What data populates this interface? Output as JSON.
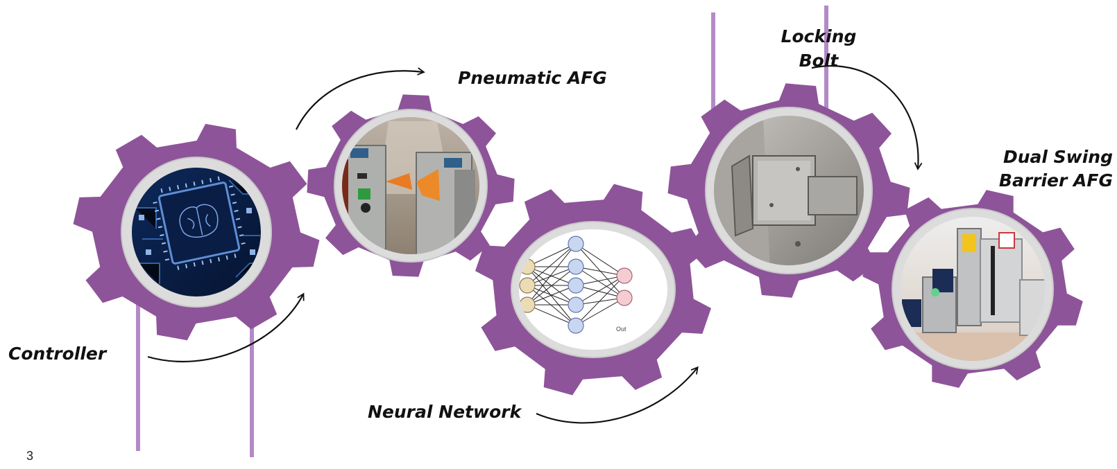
{
  "labels": {
    "controller": "Controller",
    "pneumatic": "Pneumatic AFG",
    "neural": "Neural Network",
    "locking_line1": "Locking",
    "locking_line2": "Bolt",
    "dual_line1": "Dual Swing",
    "dual_line2": "Barrier AFG"
  },
  "page_number": "3",
  "colors": {
    "gear": "#8e5499",
    "gear_ring": "#dcdcdc",
    "vertical_line": "#b48ac6",
    "arrow": "#111111"
  },
  "gears": [
    {
      "id": "controller",
      "icon": "chip-icon"
    },
    {
      "id": "pneumatic-afg",
      "icon": "gate-icon"
    },
    {
      "id": "neural-network",
      "icon": "network-icon"
    },
    {
      "id": "locking-bolt",
      "icon": "bolt-icon"
    },
    {
      "id": "dual-swing-barrier-afg",
      "icon": "barrier-icon"
    }
  ]
}
